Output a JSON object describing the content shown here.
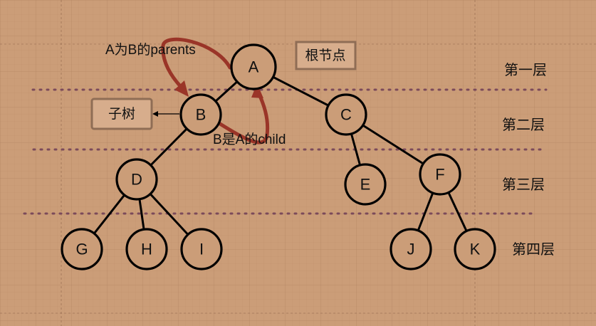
{
  "nodes": [
    {
      "id": "A",
      "label": "A"
    },
    {
      "id": "B",
      "label": "B"
    },
    {
      "id": "C",
      "label": "C"
    },
    {
      "id": "D",
      "label": "D"
    },
    {
      "id": "E",
      "label": "E"
    },
    {
      "id": "F",
      "label": "F"
    },
    {
      "id": "G",
      "label": "G"
    },
    {
      "id": "H",
      "label": "H"
    },
    {
      "id": "I",
      "label": "I"
    },
    {
      "id": "J",
      "label": "J"
    },
    {
      "id": "K",
      "label": "K"
    }
  ],
  "edges": [
    {
      "from": "A",
      "to": "B"
    },
    {
      "from": "A",
      "to": "C"
    },
    {
      "from": "B",
      "to": "D"
    },
    {
      "from": "C",
      "to": "E"
    },
    {
      "from": "C",
      "to": "F"
    },
    {
      "from": "D",
      "to": "G"
    },
    {
      "from": "D",
      "to": "H"
    },
    {
      "from": "D",
      "to": "I"
    },
    {
      "from": "F",
      "to": "J"
    },
    {
      "from": "F",
      "to": "K"
    }
  ],
  "levels": [
    "第一层",
    "第二层",
    "第三层",
    "第四层"
  ],
  "annotations": {
    "root_label": "根节点",
    "subtree_label": "子树",
    "parents_text": "A为B的parents",
    "child_text": "B是A的child"
  },
  "colors": {
    "background": "#cb9d78",
    "grid": "#b98a66",
    "node_stroke": "#000000",
    "relation_arrow": "#9a3528",
    "level_divider": "#7b4a5a",
    "label_box_fill": "#d7ad8c",
    "label_box_stroke": "#8f6d55"
  }
}
